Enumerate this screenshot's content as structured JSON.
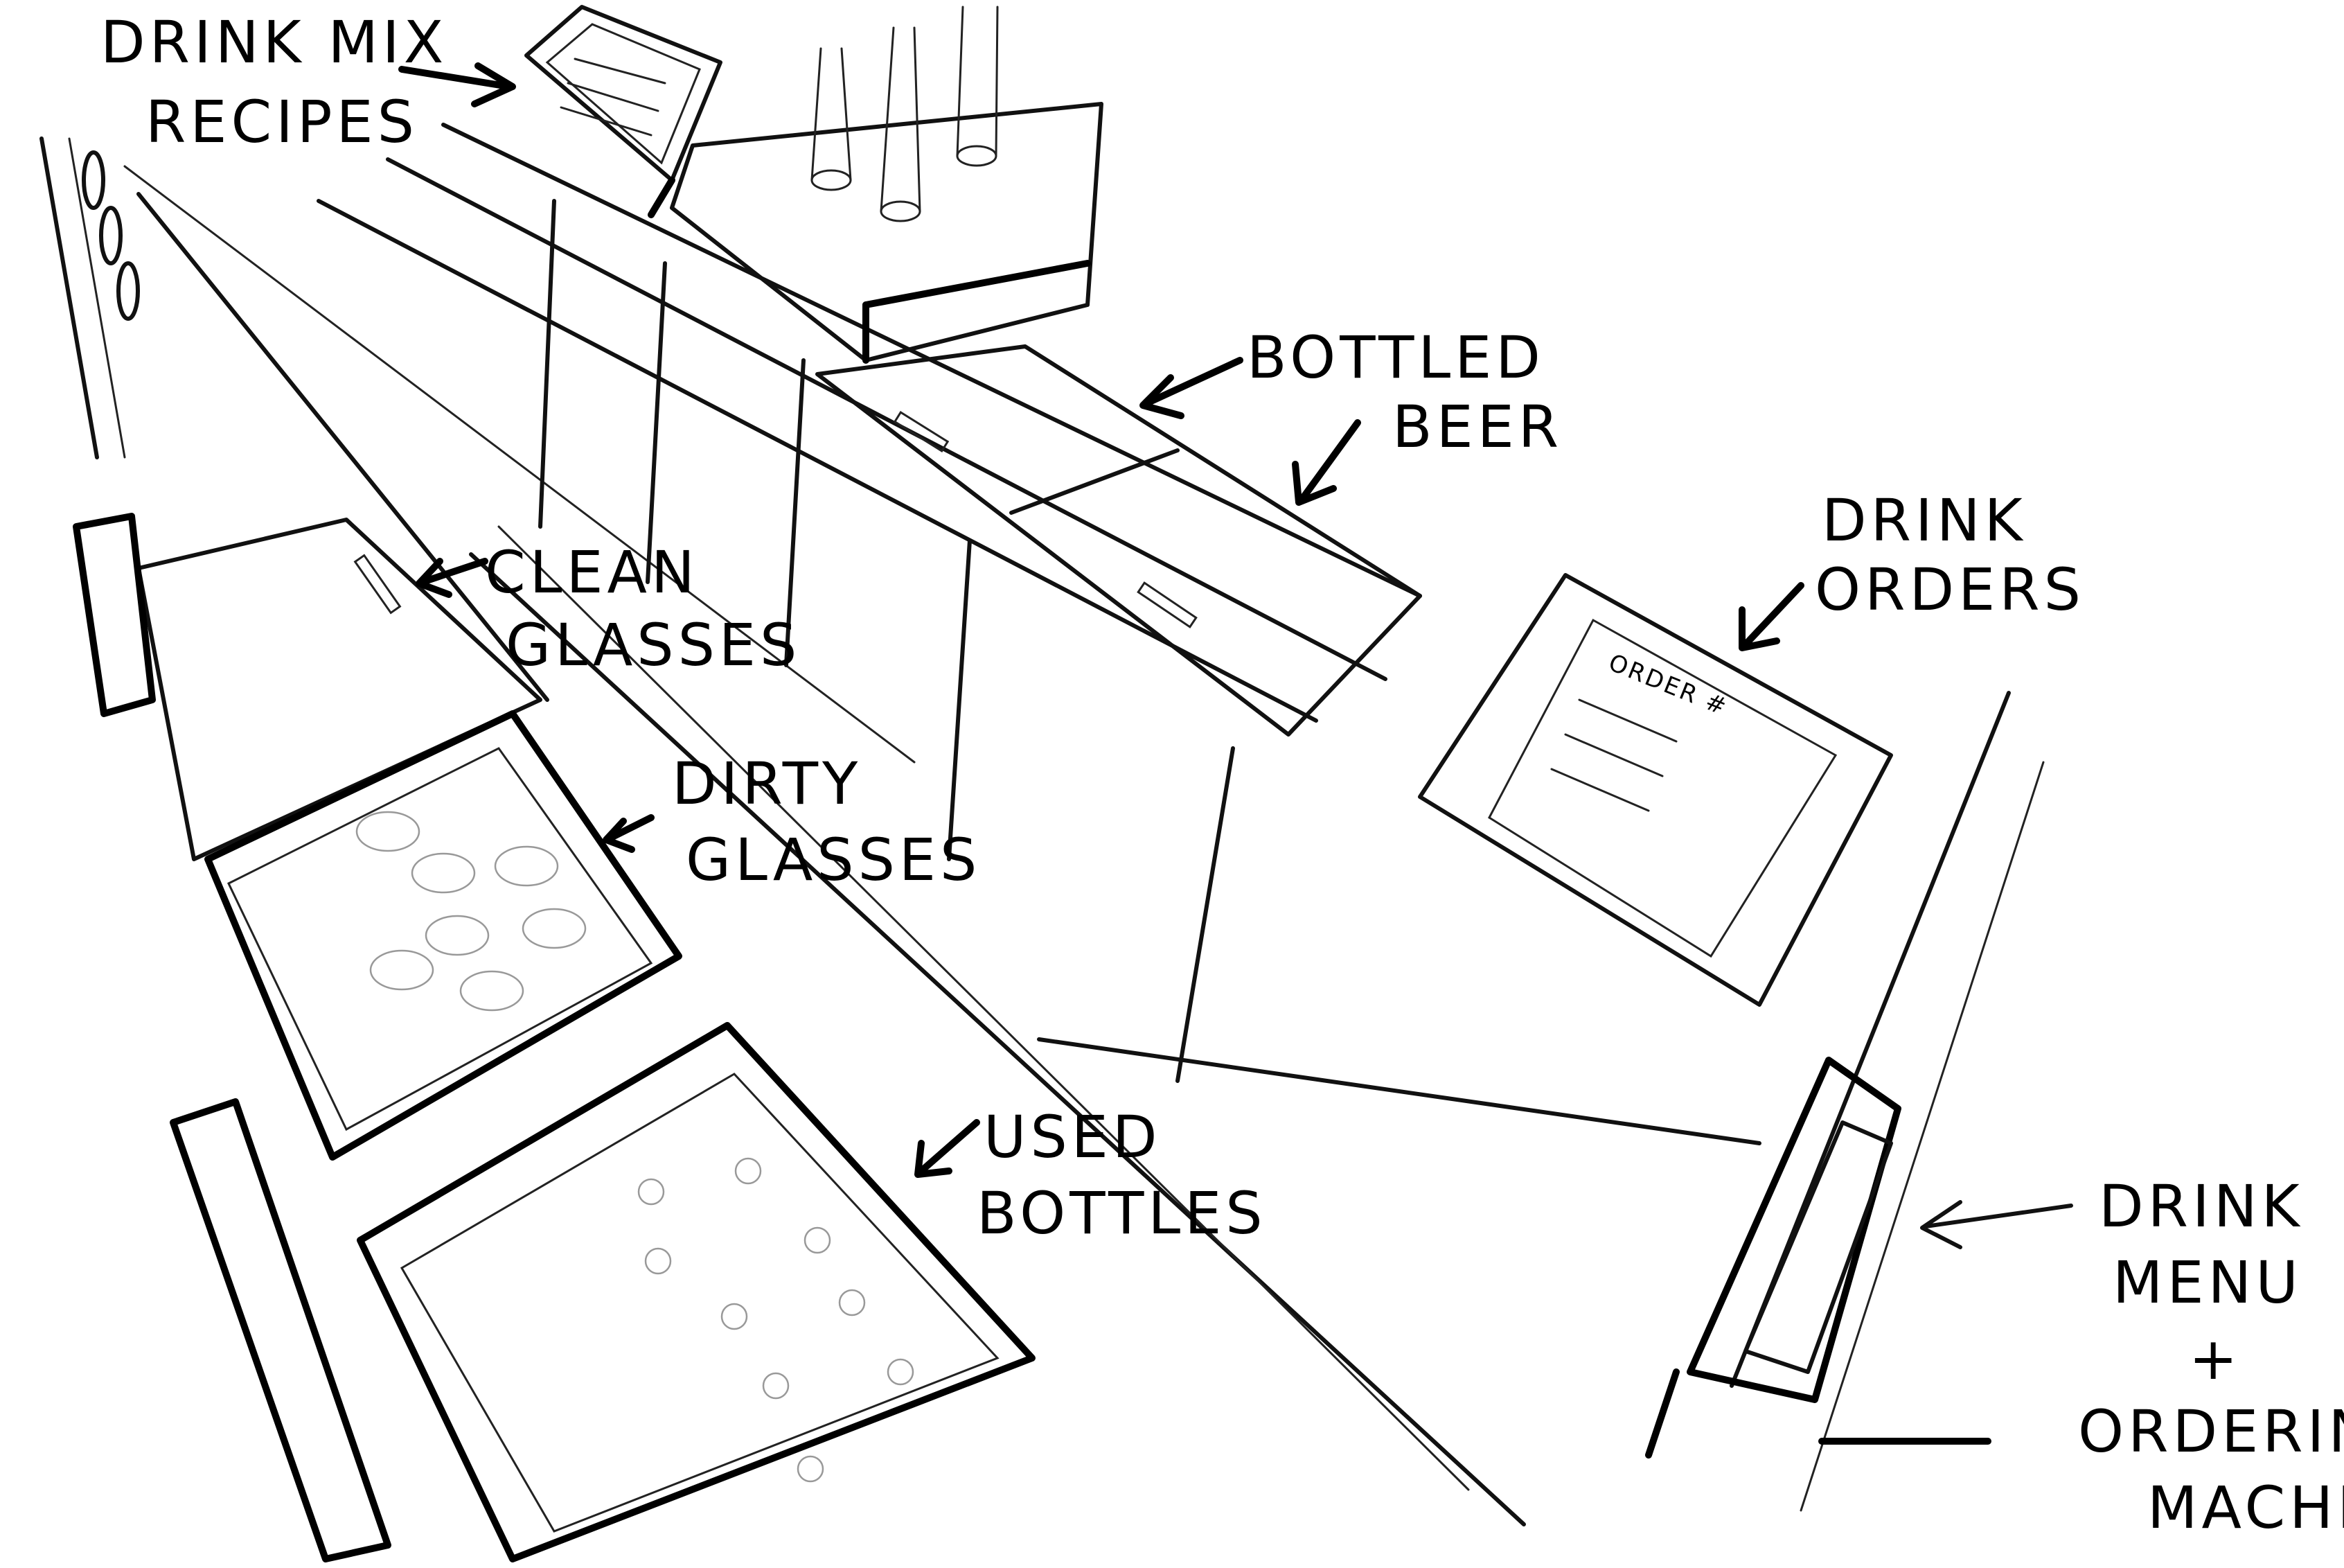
{
  "labels": {
    "drink_mix_recipes": [
      "DRINK MIX",
      "RECIPES"
    ],
    "bottled_beer": [
      "BOTTLED",
      "BEER"
    ],
    "drink_orders": [
      "DRINK",
      "ORDERS"
    ],
    "clean_glasses": [
      "CLEAN",
      "GLASSES"
    ],
    "dirty_glasses": [
      "DIRTY",
      "GLASSES"
    ],
    "used_bottles": [
      "USED",
      "BOTTLES"
    ],
    "drink_menu": [
      "DRINK",
      "MENU",
      "+",
      "ORDERING",
      "MACHINE"
    ]
  },
  "screen_text": "ORDER #"
}
